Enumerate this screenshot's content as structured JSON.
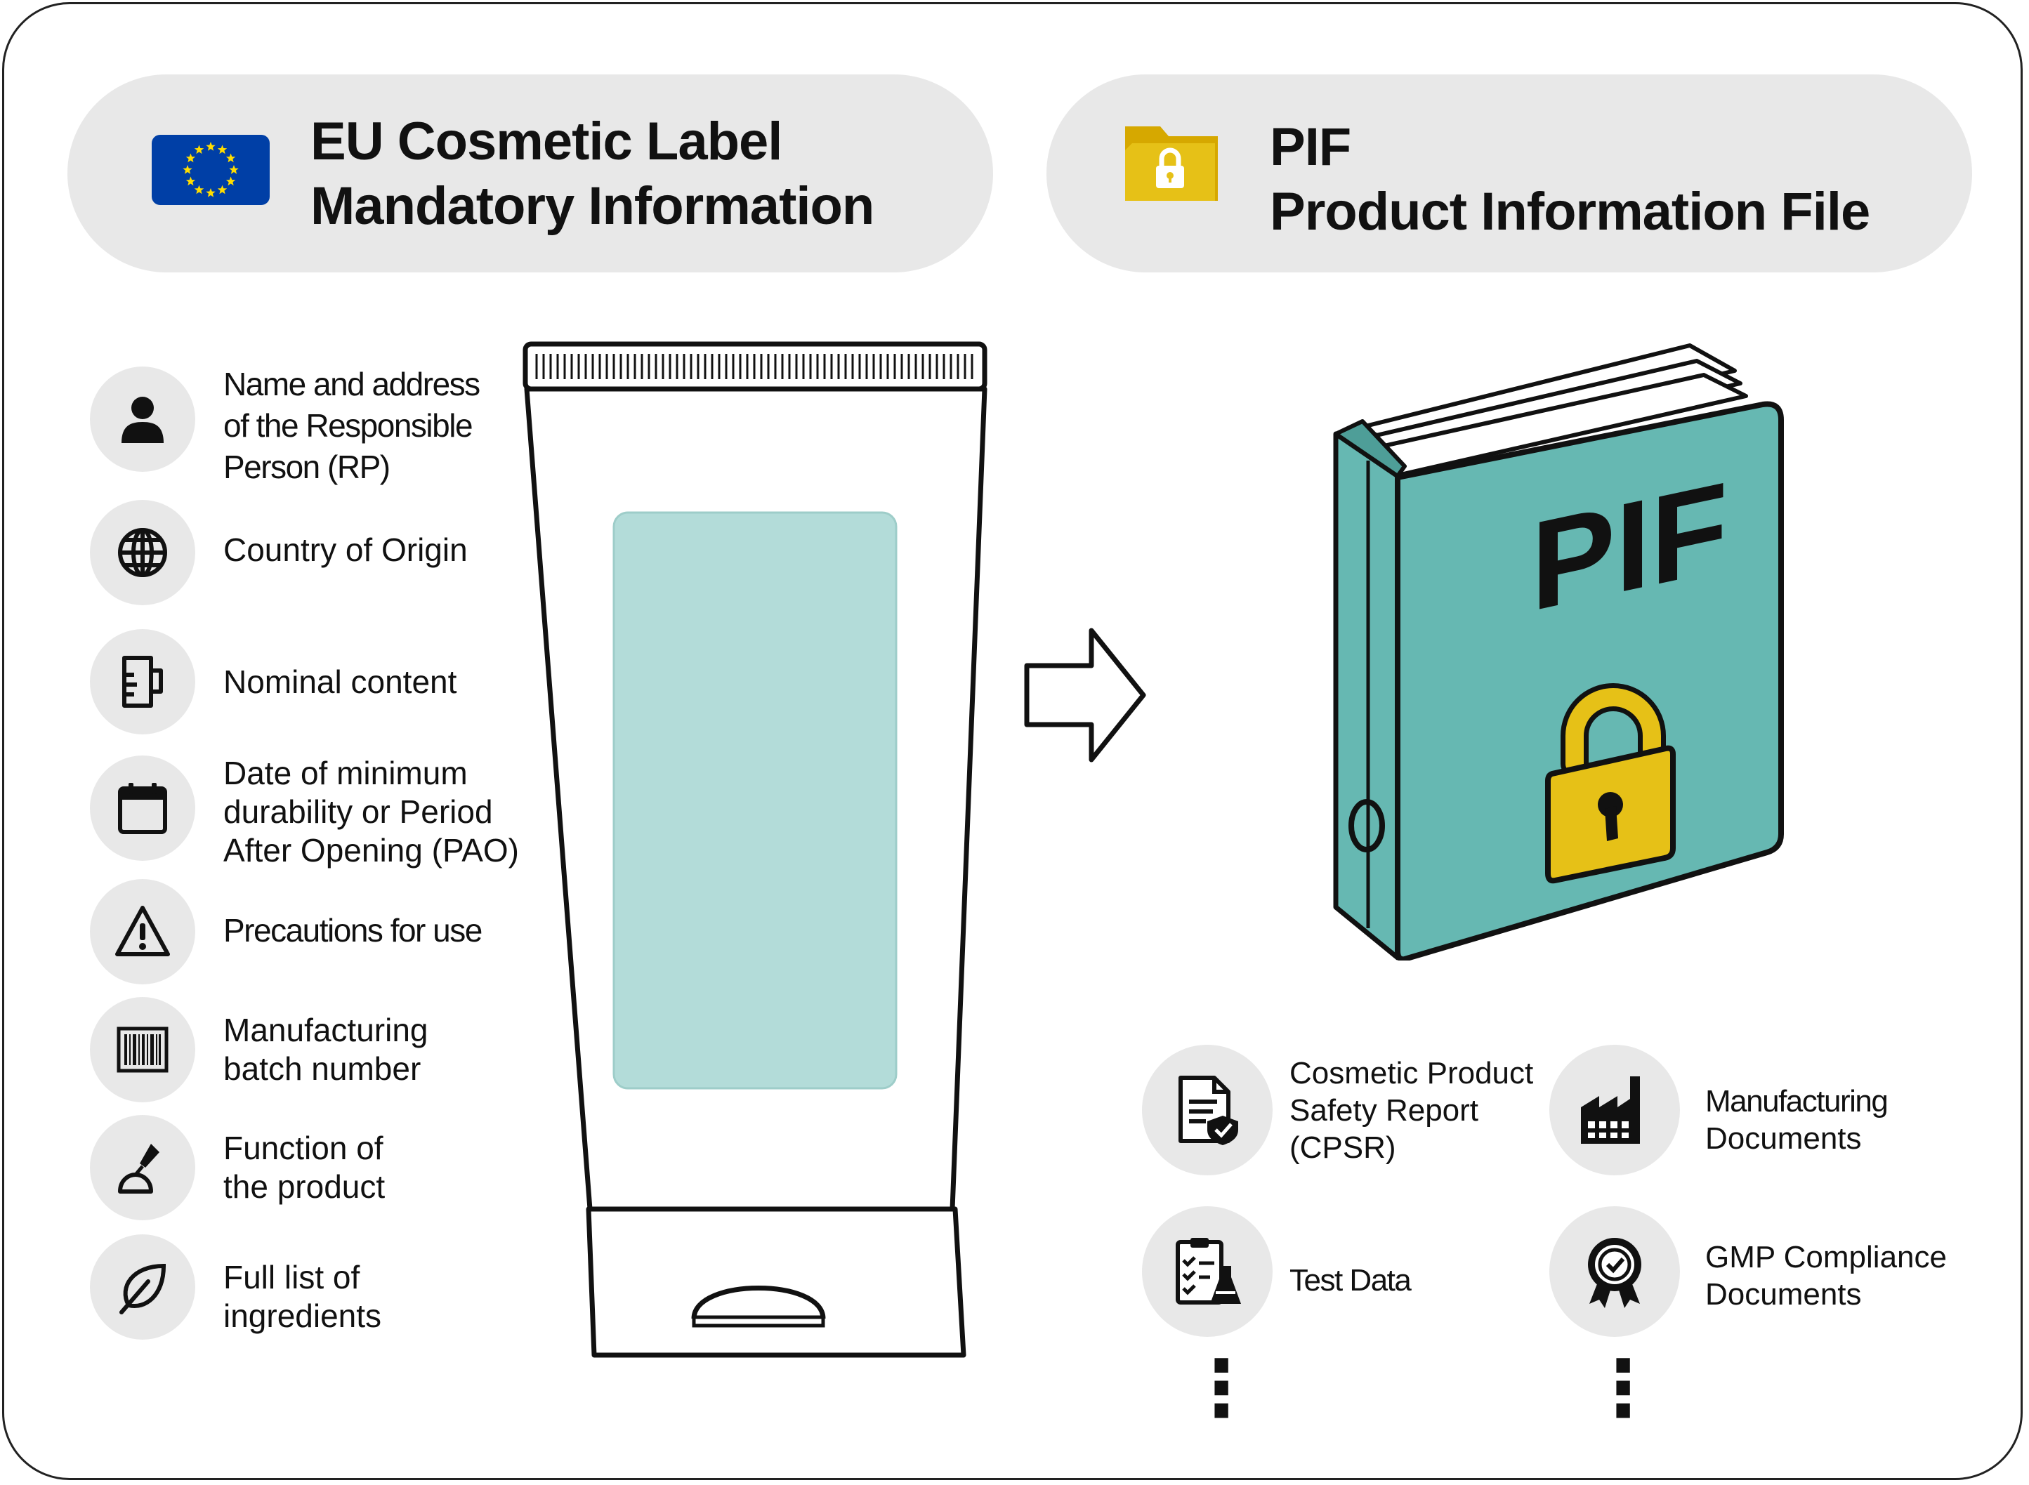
{
  "left_header": {
    "title_line1": "EU Cosmetic Label",
    "title_line2": "Mandatory Information",
    "icon": "eu-flag-icon",
    "flag_color": "#003fa6",
    "star_color": "#ffdd00"
  },
  "right_header": {
    "title_line1": "PIF",
    "title_line2": "Product Information File",
    "icon": "locked-folder-icon",
    "folder_color": "#e6b800"
  },
  "label_items": [
    {
      "icon": "person-icon",
      "lines": [
        "Name and address",
        "of the Responsible",
        "Person (RP)"
      ]
    },
    {
      "icon": "globe-icon",
      "lines": [
        "Country of Origin"
      ]
    },
    {
      "icon": "measuring-cup-icon",
      "lines": [
        "Nominal content"
      ]
    },
    {
      "icon": "calendar-icon",
      "lines": [
        "Date of  minimum",
        "durability or Period",
        "After Opening (PAO)"
      ]
    },
    {
      "icon": "warning-icon",
      "lines": [
        "Precautions  for use"
      ]
    },
    {
      "icon": "barcode-icon",
      "lines": [
        "Manufacturing",
        "batch number"
      ]
    },
    {
      "icon": "dropper-icon",
      "lines": [
        "Function of",
        "the product"
      ]
    },
    {
      "icon": "leaf-icon",
      "lines": [
        "Full list of",
        "ingredients"
      ]
    }
  ],
  "binder": {
    "spine_label": "PIF",
    "cover_color": "#66b8b2",
    "lock_color": "#e6c117"
  },
  "tube": {
    "label_area_color": "#b3dcd9"
  },
  "pif_items": [
    {
      "icon": "safety-report-icon",
      "lines": [
        "Cosmetic Product",
        "Safety Report",
        "(CPSR)"
      ]
    },
    {
      "icon": "factory-icon",
      "lines": [
        "Manufacturing",
        "Documents"
      ]
    },
    {
      "icon": "test-data-icon",
      "lines": [
        "Test Data"
      ]
    },
    {
      "icon": "gmp-badge-icon",
      "lines": [
        "GMP Compliance",
        "Documents"
      ]
    }
  ],
  "continuation_marker": "⋮"
}
